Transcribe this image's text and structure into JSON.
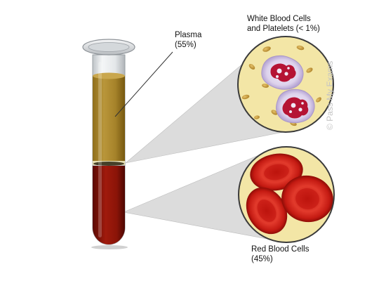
{
  "labels": {
    "plasma_name": "Plasma",
    "plasma_pct": "(55%)",
    "wbc_line1": "White Blood Cells",
    "wbc_line2": "and Platelets (< 1%)",
    "rbc_name": "Red Blood Cells",
    "rbc_pct": "(45%)"
  },
  "watermark": "© Pass My Exams",
  "fractions": {
    "plasma_percent": 55,
    "buffy_coat_percent": 1,
    "red_cells_percent": 45
  },
  "colors": {
    "plasma": "#a8862c",
    "buffy_coat": "#e8e0b0",
    "red_cells": "#8c1408",
    "magnifier_fill": "#f2e4a2",
    "magnifier_stroke": "#3a3a3a",
    "wbc_membrane": "#d9cde8",
    "wbc_nucleus": "#b0123a",
    "platelet": "#c79b3c",
    "rbc": "#d0201a",
    "cone": "#dedede"
  }
}
